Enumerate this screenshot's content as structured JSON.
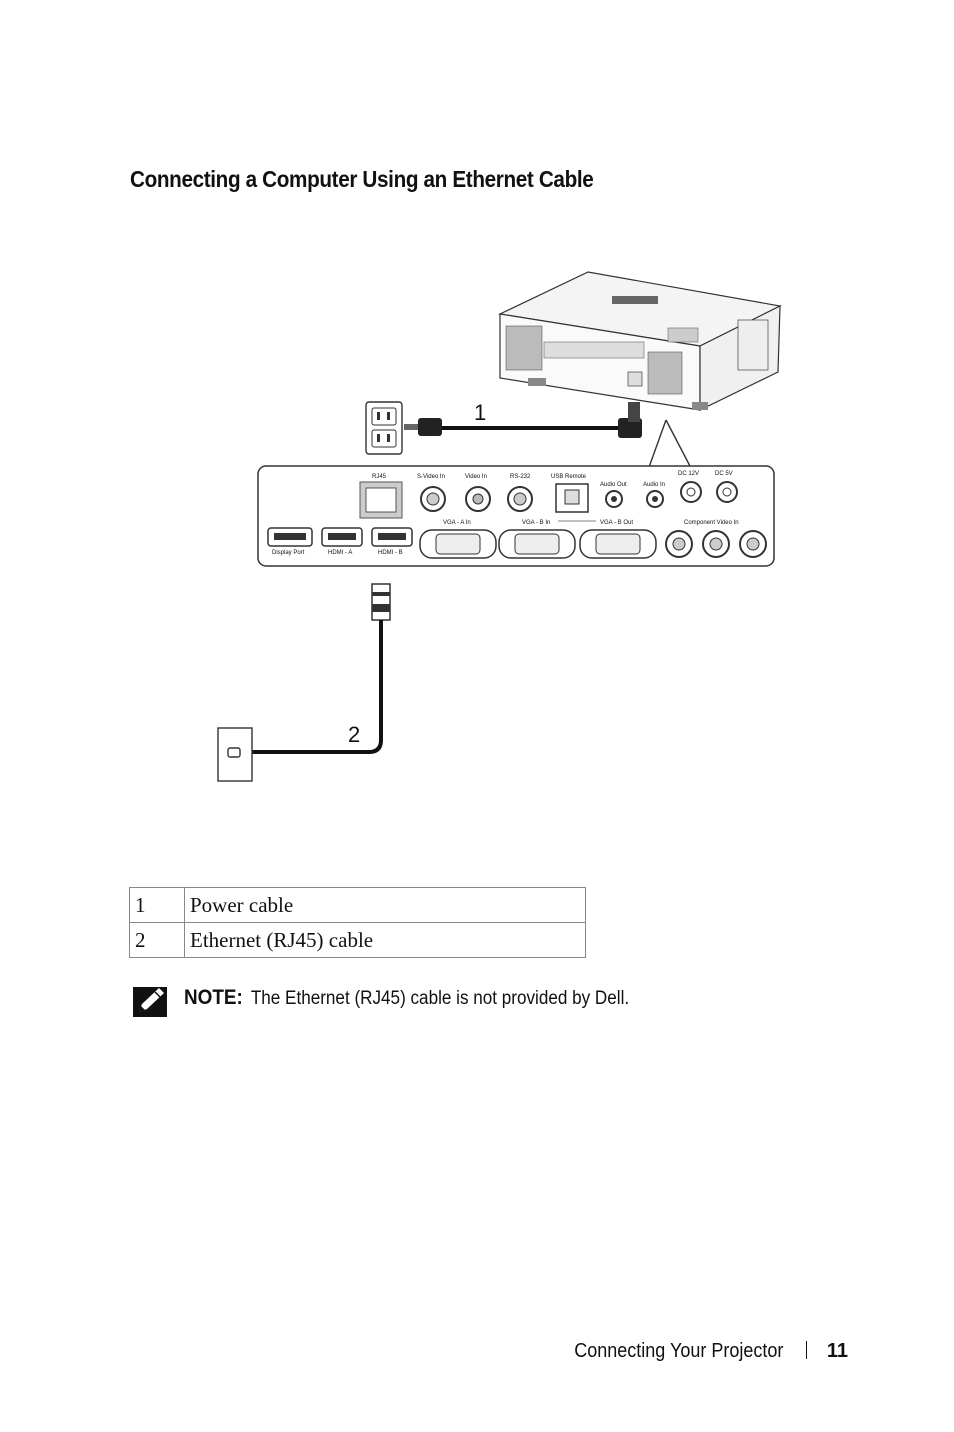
{
  "page": {
    "title": "Connecting a Computer Using an Ethernet Cable"
  },
  "diagram": {
    "callout_1": "1",
    "callout_2": "2",
    "ports_top": [
      "RJ45",
      "S-Video In",
      "Video In",
      "RS-232",
      "USB Remote",
      "Audio Out",
      "Audio In",
      "DC 12V",
      "DC 5V"
    ],
    "ports_bottom": [
      "Display Port",
      "HDMI - A",
      "HDMI - B",
      "VGA - A In",
      "VGA - B In",
      "VGA - B Out",
      "Component Video In"
    ]
  },
  "legend": [
    {
      "num": "1",
      "label": "Power cable"
    },
    {
      "num": "2",
      "label": "Ethernet (RJ45) cable"
    }
  ],
  "note": {
    "label": "NOTE:",
    "text": "The Ethernet (RJ45) cable is not provided by Dell."
  },
  "footer": {
    "section": "Connecting Your Projector",
    "page_number": "11"
  }
}
